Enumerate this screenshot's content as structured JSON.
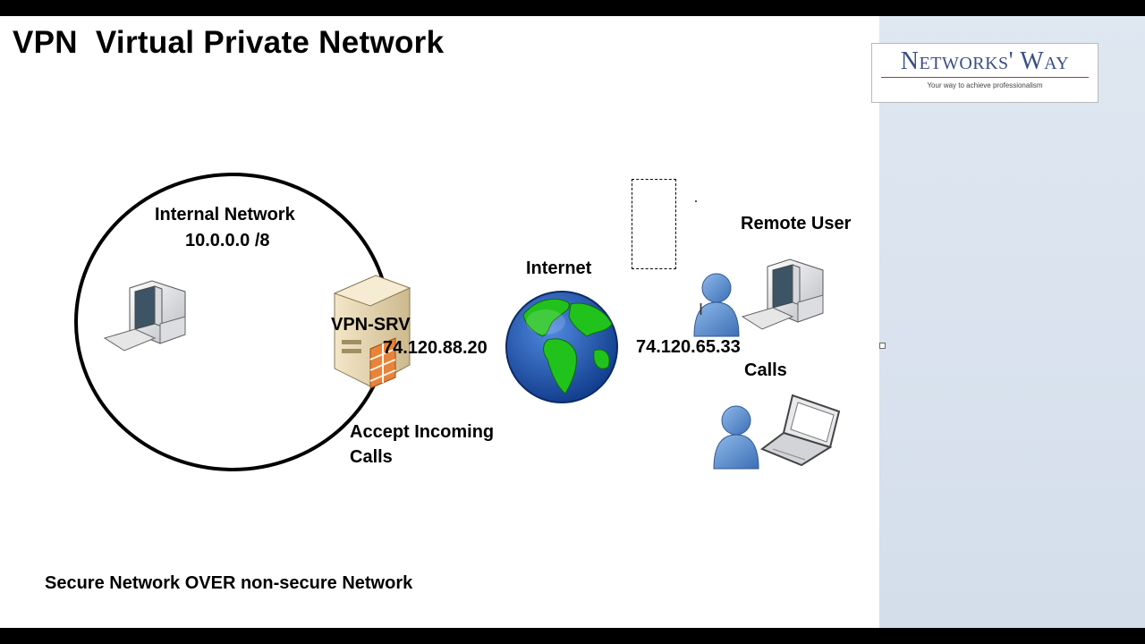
{
  "slide": {
    "title": "VPN  Virtual Private Network",
    "internal_network_label": "Internal Network",
    "internal_network_subnet": "10.0.0.0 /8",
    "vpn_server_label": "VPN-SRV",
    "vpn_server_ip": "74.120.88.20",
    "accept_label_line1": "Accept Incoming",
    "accept_label_line2": "Calls",
    "internet_label": "Internet",
    "remote_ip": "74.120.65.33",
    "remote_user_label": "Remote User",
    "calls_label": "Calls",
    "footer": "Secure Network OVER non-secure Network"
  },
  "logo": {
    "name": "Networks' Way",
    "tagline": "Your way to achieve professionalism"
  },
  "colors": {
    "globe_ocean": "#1f5bbd",
    "globe_land": "#22c21d",
    "user_blue": "#5b8fd0",
    "firewall_orange": "#e8833a",
    "logo_text": "#3c4e84",
    "logo_rule": "#c0312e",
    "side_pane": "#dfe7f1"
  },
  "icons": [
    "desktop-computer-icon",
    "server-firewall-icon",
    "globe-icon",
    "user-icon",
    "laptop-icon"
  ]
}
